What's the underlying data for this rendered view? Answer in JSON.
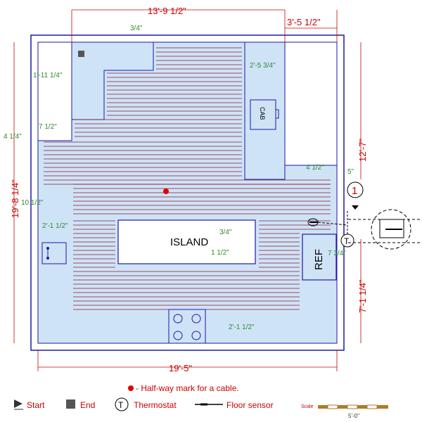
{
  "dimensions": {
    "top_main": "13'-9 1/2\"",
    "top_right": "3'-5 1/2\"",
    "left_total": "19'-8 1/4\"",
    "right_top": "12'-7\"",
    "right_bottom": "7'-1 1/4\"",
    "bottom_total": "19'-5\""
  },
  "annotations": [
    "3/4\"",
    "2'-5 3/4\"",
    "1'-11 1/4\"",
    "7 1/2\"",
    "4 1/4\"",
    "4 1/2\"",
    "5\"",
    "10 1/2\"",
    "2'-1 1/2\"",
    "3/4\"",
    "1 1/2\"",
    "7 3/4\"",
    "2'-1 1/2\""
  ],
  "labels": {
    "cabinet": "CAB",
    "island": "ISLAND",
    "refrigerator": "REF",
    "marker_number": "1",
    "thermostat_symbol": "T"
  },
  "legend": {
    "halfway": "- Half-way mark for a cable.",
    "start": "Start",
    "end": "End",
    "thermostat": "Thermostat",
    "floor_sensor": "Floor sensor",
    "scale_label": "Scale",
    "scale_value": "5'-0\""
  },
  "colors": {
    "wall": "#1a1aa6",
    "floor_fill": "#cfe3f7",
    "cable": "#8b1a2e",
    "dim_red": "#cc0000",
    "dim_green": "#2e8b2e"
  }
}
